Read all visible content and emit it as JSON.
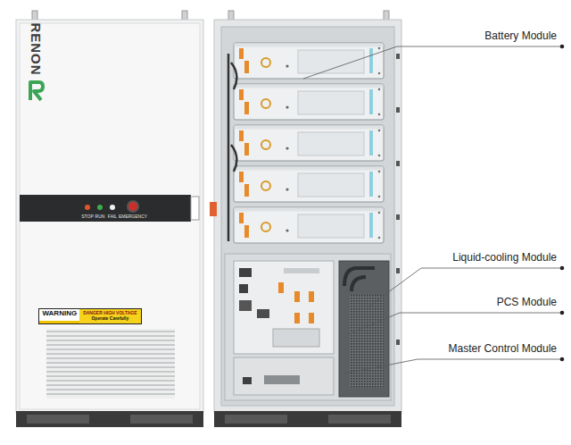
{
  "diagram": {
    "nodes": [
      {
        "text": [
          "WARNING",
          "DANGER HIGH VOLTAGE",
          "Operate Carefully"
        ]
      }
    ],
    "labels": [
      "RENON",
      "STOP",
      "RUN",
      "FAIL",
      "EMERGENCY",
      "Battery Module",
      "Liquid-cooling Module",
      "PCS Module",
      "Master Control Module"
    ]
  }
}
